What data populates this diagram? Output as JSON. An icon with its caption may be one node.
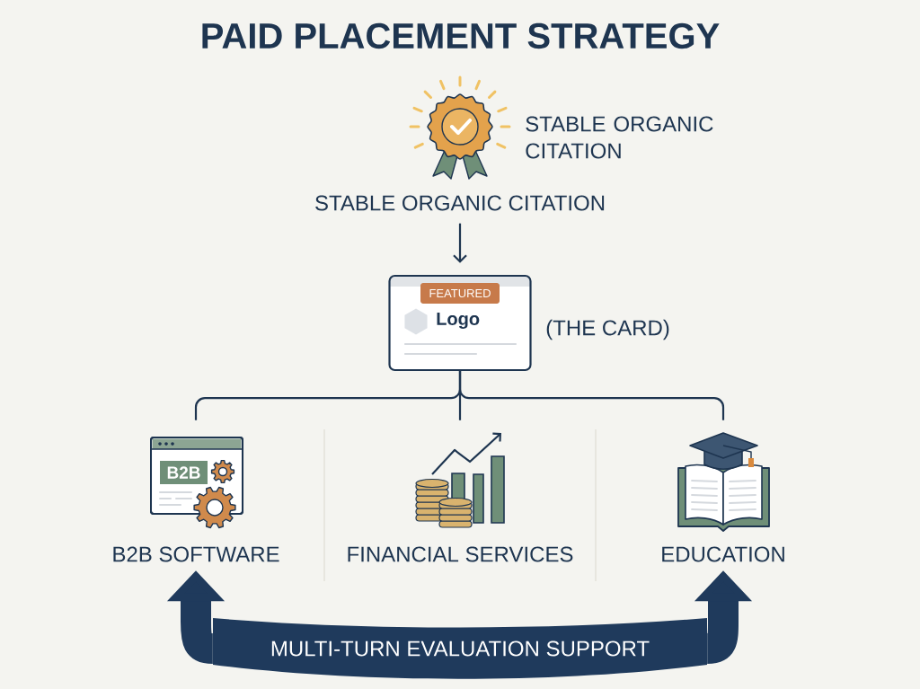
{
  "diagram": {
    "title": "PAID PLACEMENT STRATEGY",
    "nodes": [
      {
        "text": [],
        "shape": "picture",
        "beside": [
          "STABLE ORGANIC CITATION"
        ]
      },
      {
        "text": [
          "STABLE ORGANIC CITATION"
        ]
      },
      {
        "text": [
          "Logo"
        ],
        "beside": [
          "(THE CARD)"
        ]
      },
      {
        "text": [
          "FEATURED"
        ],
        "in": 2
      },
      {
        "text": [
          "B2B SOFTWARE"
        ]
      },
      {
        "text": [
          "B2B"
        ],
        "in": 4
      },
      {
        "text": [
          "FINANCIAL SERVICES"
        ]
      },
      {
        "text": [
          "EDUCATION"
        ]
      },
      {
        "text": [
          "MULTI-TURN EVALUATION SUPPORT"
        ]
      }
    ],
    "edges": [
      {
        "from": 1,
        "to": 2,
        "arrow": "to"
      },
      {
        "from": 2,
        "to": 4,
        "arrow": "none"
      },
      {
        "from": 2,
        "to": 6,
        "arrow": "none"
      },
      {
        "from": 2,
        "to": 7,
        "arrow": "none"
      },
      {
        "from": 8,
        "to": 4,
        "arrow": "to",
        "style": "thick"
      },
      {
        "from": 8,
        "to": 7,
        "arrow": "to",
        "style": "thick"
      }
    ]
  }
}
